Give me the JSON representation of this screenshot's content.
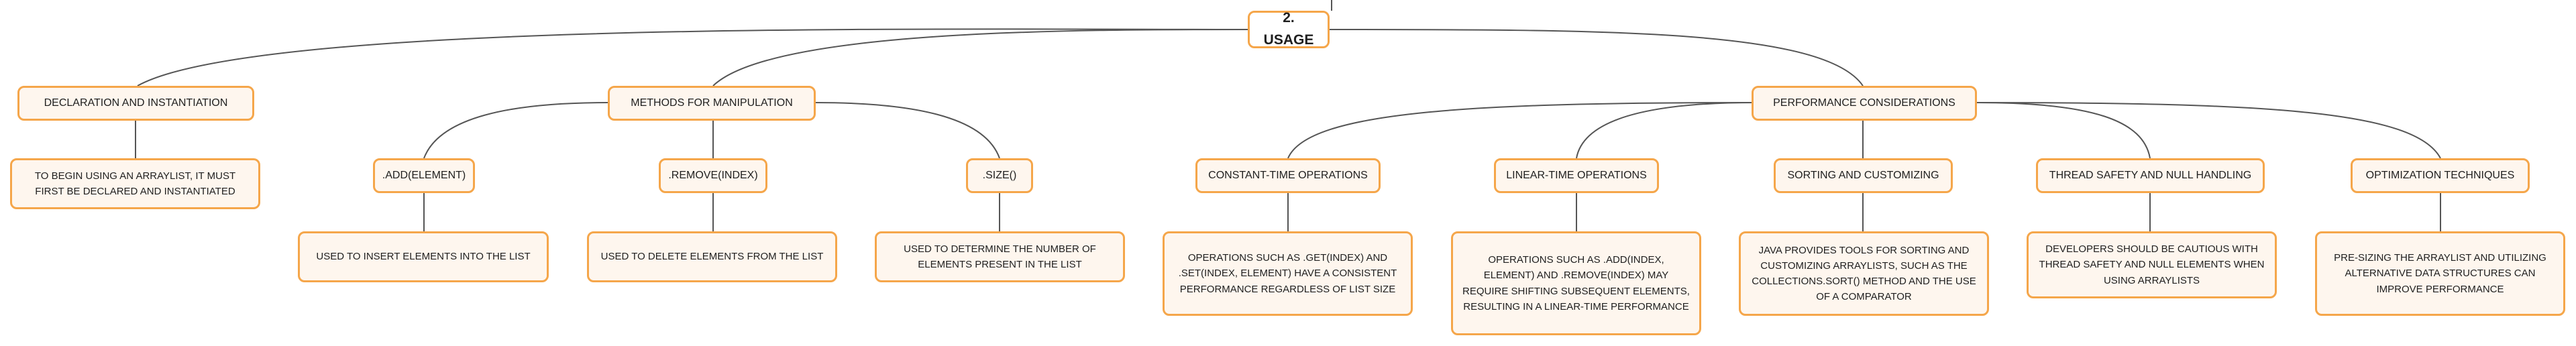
{
  "colors": {
    "edge": "#555555",
    "node_border": "#f5a64a",
    "node_fill": "#fef6ee"
  },
  "root": "2. USAGE",
  "branches": {
    "declaration": {
      "label": "DECLARATION AND INSTANTIATION",
      "detail": "TO BEGIN USING AN ARRAYLIST, IT MUST FIRST BE DECLARED AND INSTANTIATED"
    },
    "methods": {
      "label": "METHODS FOR MANIPULATION",
      "add": {
        "label": ".ADD(ELEMENT)",
        "detail": "USED TO INSERT ELEMENTS INTO THE LIST"
      },
      "remove": {
        "label": ".REMOVE(INDEX)",
        "detail": "USED TO DELETE ELEMENTS FROM THE LIST"
      },
      "size": {
        "label": ".SIZE()",
        "detail": "USED TO DETERMINE THE NUMBER OF ELEMENTS PRESENT IN THE LIST"
      }
    },
    "performance": {
      "label": "PERFORMANCE CONSIDERATIONS",
      "constant": {
        "label": "CONSTANT-TIME OPERATIONS",
        "detail": "OPERATIONS SUCH AS .GET(INDEX) AND .SET(INDEX, ELEMENT) HAVE A CONSISTENT PERFORMANCE REGARDLESS OF LIST SIZE"
      },
      "linear": {
        "label": "LINEAR-TIME OPERATIONS",
        "detail": "OPERATIONS SUCH AS .ADD(INDEX, ELEMENT) AND .REMOVE(INDEX) MAY REQUIRE SHIFTING SUBSEQUENT ELEMENTS, RESULTING IN A LINEAR-TIME PERFORMANCE"
      },
      "sorting": {
        "label": "SORTING AND CUSTOMIZING",
        "detail": "JAVA PROVIDES TOOLS FOR SORTING AND CUSTOMIZING ARRAYLISTS, SUCH AS THE COLLECTIONS.SORT() METHOD AND THE USE OF A COMPARATOR"
      },
      "thread": {
        "label": "THREAD SAFETY AND NULL HANDLING",
        "detail": "DEVELOPERS SHOULD BE CAUTIOUS WITH THREAD SAFETY AND NULL ELEMENTS WHEN USING ARRAYLISTS"
      },
      "optimization": {
        "label": "OPTIMIZATION TECHNIQUES",
        "detail": "PRE-SIZING THE ARRAYLIST AND UTILIZING ALTERNATIVE DATA STRUCTURES CAN IMPROVE PERFORMANCE"
      }
    }
  }
}
